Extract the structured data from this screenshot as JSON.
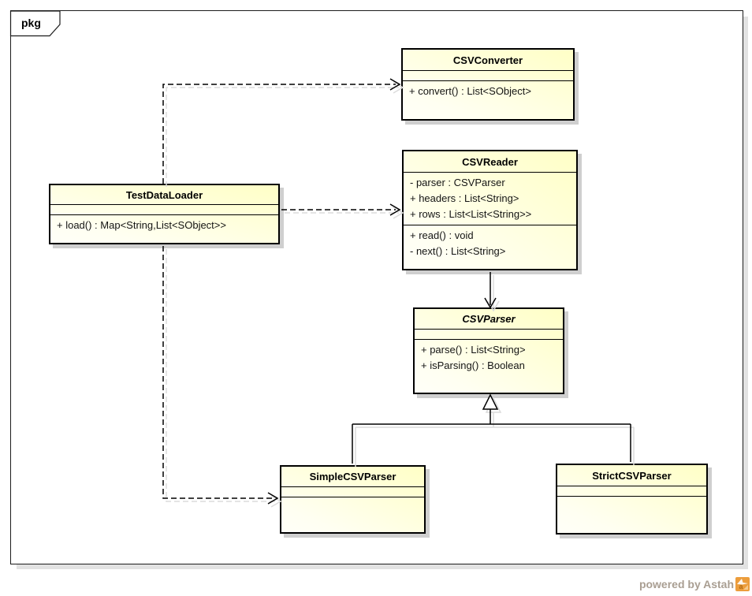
{
  "diagram": {
    "kind": "UML class diagram",
    "frame_tab": "pkg"
  },
  "classes": [
    {
      "name": "CSVConverter",
      "abstract": false,
      "attributes": [],
      "operations": [
        "+ convert() : List<SObject>"
      ]
    },
    {
      "name": "CSVReader",
      "abstract": false,
      "attributes": [
        "- parser : CSVParser",
        "+ headers : List<String>",
        "+ rows : List<List<String>>"
      ],
      "operations": [
        "+ read() : void",
        "- next() : List<String>"
      ]
    },
    {
      "name": "TestDataLoader",
      "abstract": false,
      "attributes": [],
      "operations": [
        "+ load() : Map<String,List<SObject>>"
      ]
    },
    {
      "name": "CSVParser",
      "abstract": true,
      "attributes": [],
      "operations": [
        "+ parse() : List<String>",
        "+ isParsing() : Boolean"
      ]
    },
    {
      "name": "SimpleCSVParser",
      "abstract": false,
      "attributes": [],
      "operations": []
    },
    {
      "name": "StrictCSVParser",
      "abstract": false,
      "attributes": [],
      "operations": []
    }
  ],
  "relationships": [
    {
      "type": "dependency",
      "from": "TestDataLoader",
      "to": "CSVConverter",
      "style": "dashed-open-arrow"
    },
    {
      "type": "dependency",
      "from": "TestDataLoader",
      "to": "CSVReader",
      "style": "dashed-open-arrow"
    },
    {
      "type": "dependency",
      "from": "TestDataLoader",
      "to": "SimpleCSVParser",
      "style": "dashed-open-arrow"
    },
    {
      "type": "directed-association",
      "from": "CSVReader",
      "to": "CSVParser",
      "style": "solid-open-arrow"
    },
    {
      "type": "generalization",
      "from": "SimpleCSVParser",
      "to": "CSVParser",
      "style": "solid-hollow-triangle"
    },
    {
      "type": "generalization",
      "from": "StrictCSVParser",
      "to": "CSVParser",
      "style": "solid-hollow-triangle"
    }
  ],
  "watermark": {
    "text": "powered by Astah"
  },
  "colors": {
    "class_fill_top": "#ffffc6",
    "class_fill_bottom": "#fffff8",
    "class_border": "#000000",
    "box_shadow": "#cfcfcf",
    "line_shadow": "#dcdcdc",
    "frame_border": "#1c1c1c",
    "watermark_text": "#a99e92",
    "logo_orange": "#ec9d3c"
  }
}
